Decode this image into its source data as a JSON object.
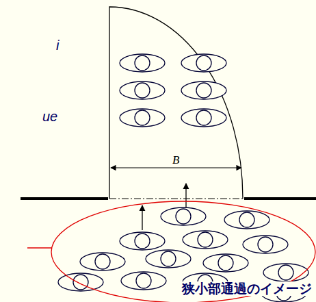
{
  "diagram": {
    "labels": [
      "i",
      "ue",
      "B",
      "狭小部通過のイメージ"
    ]
  }
}
